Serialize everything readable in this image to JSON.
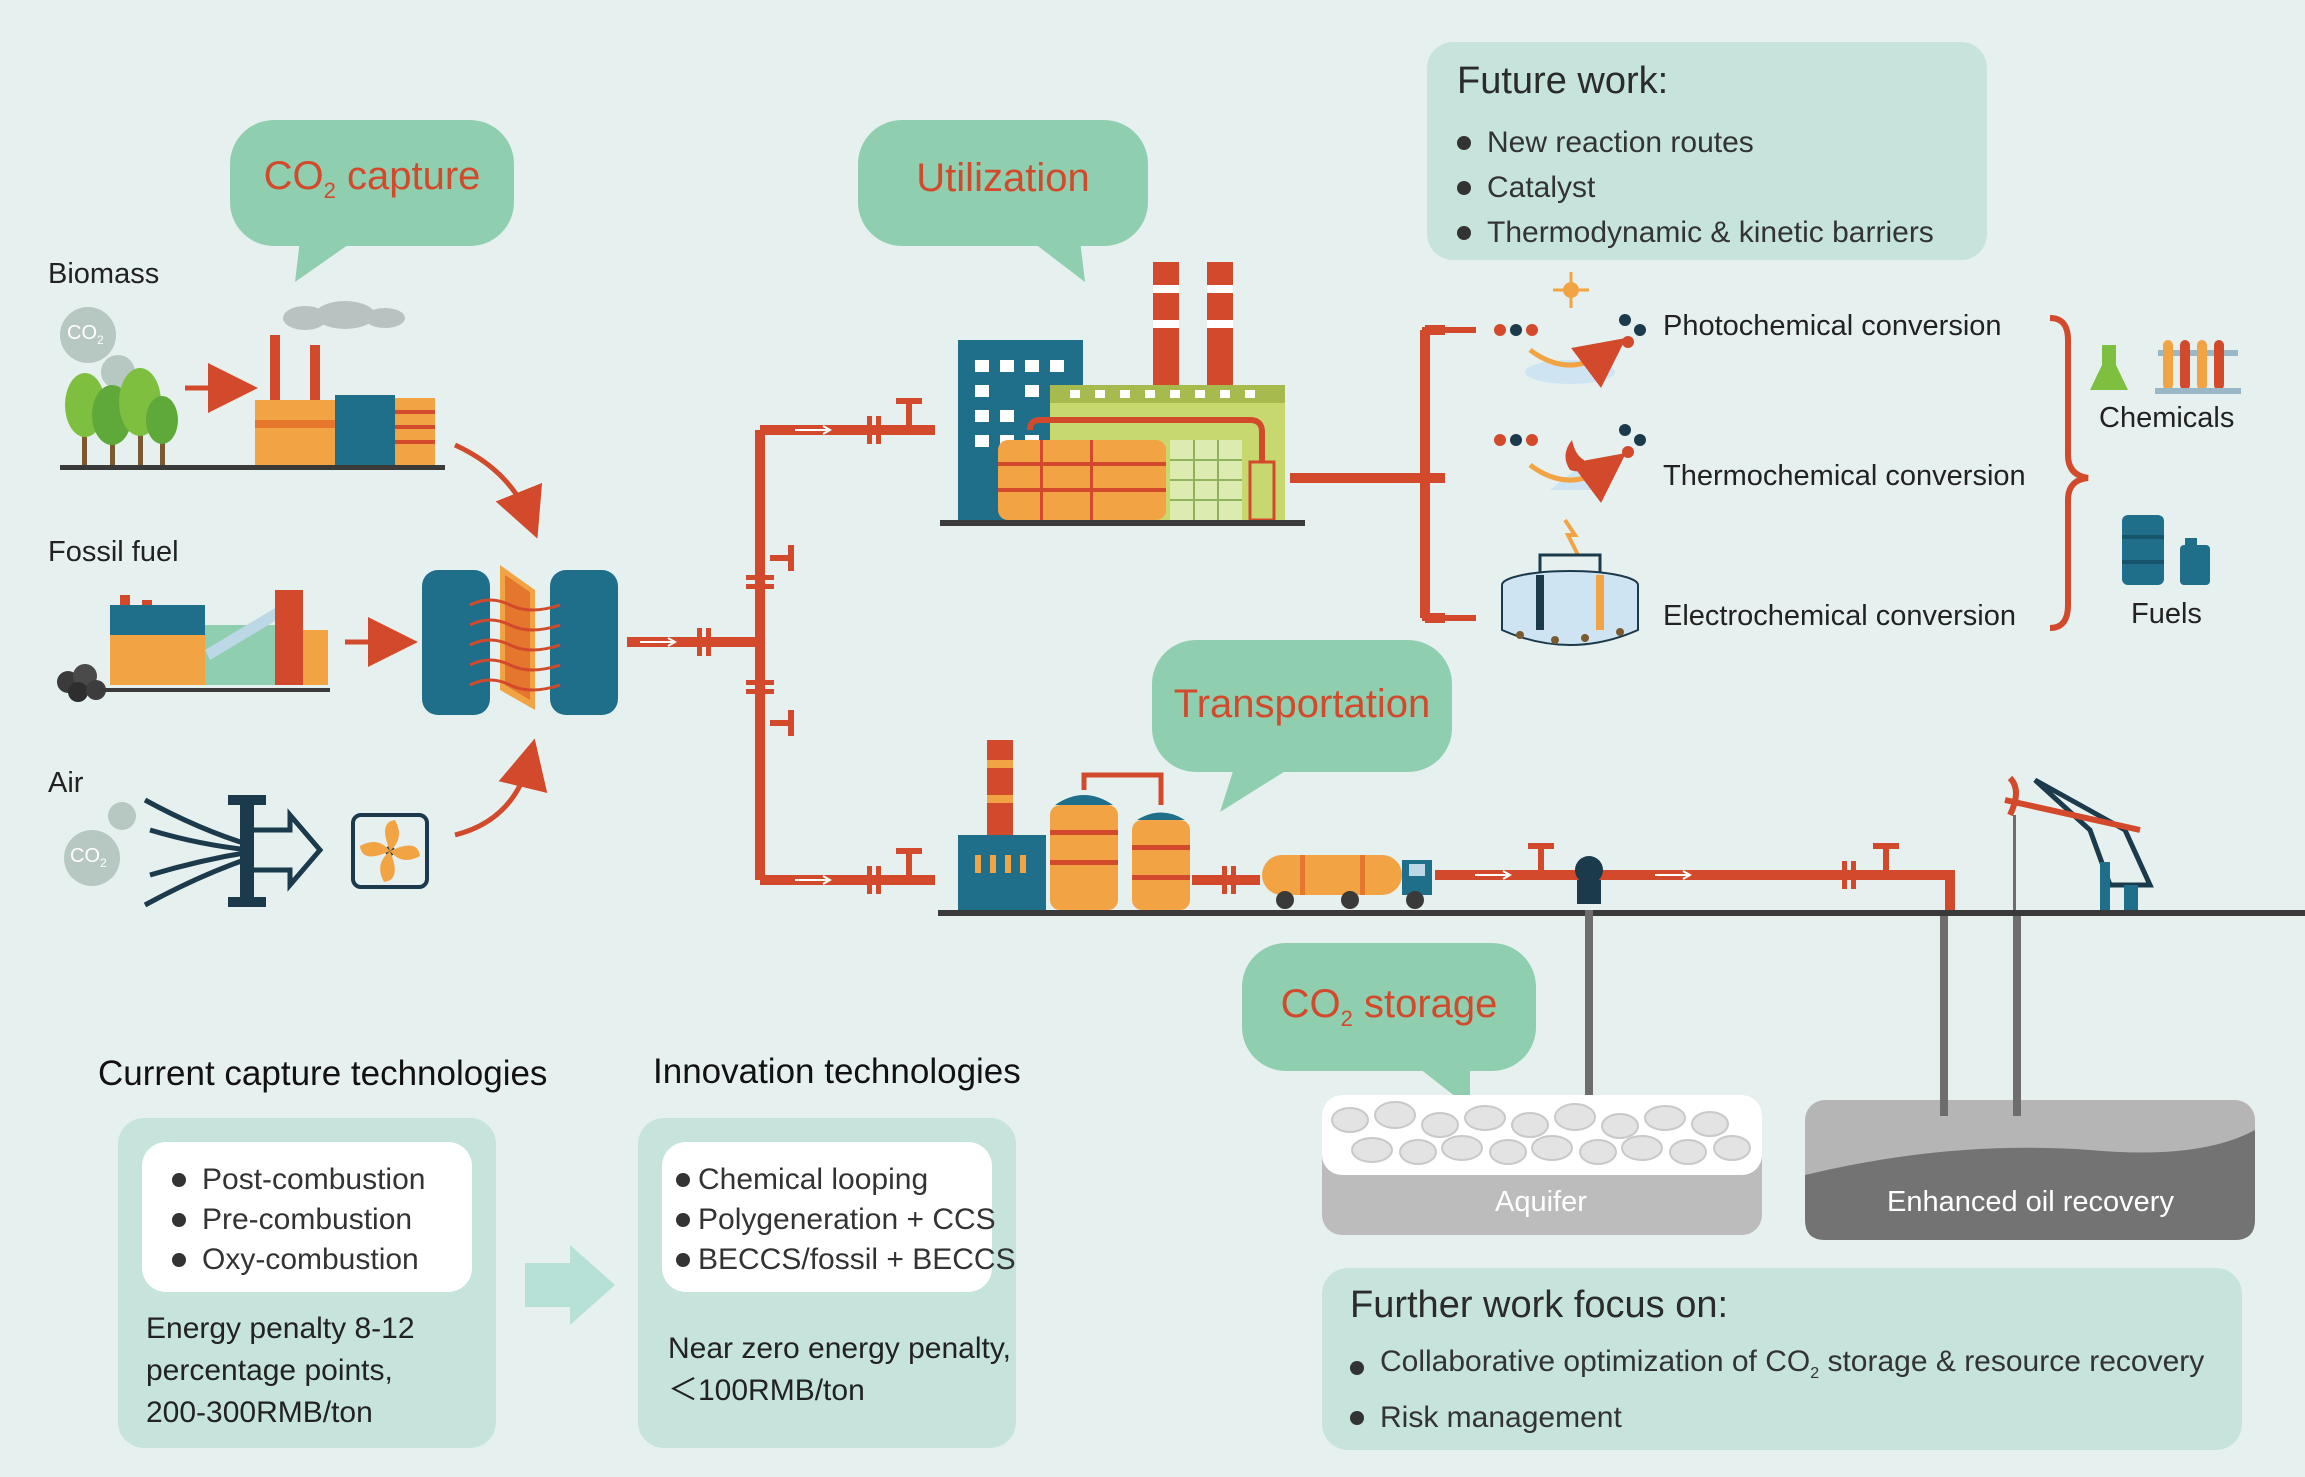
{
  "sources": {
    "biomass": "Biomass",
    "fossil_fuel": "Fossil fuel",
    "air": "Air",
    "co2_badge": "CO",
    "co2_sub": "2"
  },
  "bubbles": {
    "capture_co": "CO",
    "capture_sub": "2",
    "capture_rest": " capture",
    "utilization": "Utilization",
    "transportation": "Transportation",
    "storage_co": "CO",
    "storage_sub": "2",
    "storage_rest": " storage"
  },
  "future_work": {
    "title": "Future work:",
    "items": [
      "New reaction routes",
      "Catalyst",
      "Thermodynamic & kinetic barriers"
    ]
  },
  "conversions": {
    "photochemical": "Photochemical conversion",
    "thermochemical": "Thermochemical conversion",
    "electrochemical": "Electrochemical conversion"
  },
  "products": {
    "chemicals": "Chemicals",
    "fuels": "Fuels"
  },
  "current_capture": {
    "title": "Current capture technologies",
    "items": [
      "Post-combustion",
      "Pre-combustion",
      "Oxy-combustion"
    ],
    "note_line1": "Energy penalty 8-12",
    "note_line2": "percentage points,",
    "note_line3": "200-300RMB/ton"
  },
  "innovation": {
    "title": "Innovation technologies",
    "items": [
      "Chemical looping",
      "Polygeneration + CCS",
      "BECCS/fossil + BECCS"
    ],
    "note_line1": "Near zero energy penalty,",
    "note_line2": "＜100RMB/ton"
  },
  "storage": {
    "aquifer": "Aquifer",
    "eor": "Enhanced oil recovery"
  },
  "further_work": {
    "title": "Further work focus on:",
    "item1_pre": "Collaborative optimization of CO",
    "item1_sub": "2",
    "item1_post": " storage & resource recovery",
    "item2": "Risk management"
  },
  "colors": {
    "background": "#e6f1ef",
    "bubble": "#8fceae",
    "panel": "#c6e4dc",
    "pipe": "#d24a2b",
    "accent_text": "#d24a2b",
    "orange": "#f2a444",
    "teal": "#1f6f8b"
  }
}
